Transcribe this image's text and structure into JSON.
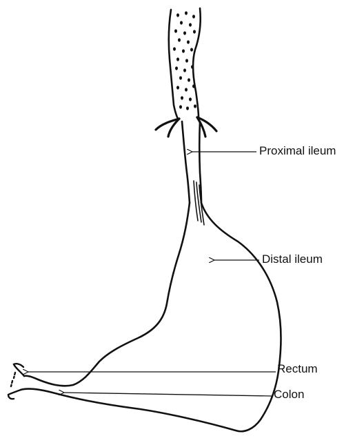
{
  "labels": {
    "proximal_ileum": "Proximal ileum",
    "distal_ileum": "Distal ileum",
    "rectum": "Rectum",
    "colon": "Colon"
  },
  "colors": {
    "ink": "#111111",
    "background": "#ffffff"
  }
}
